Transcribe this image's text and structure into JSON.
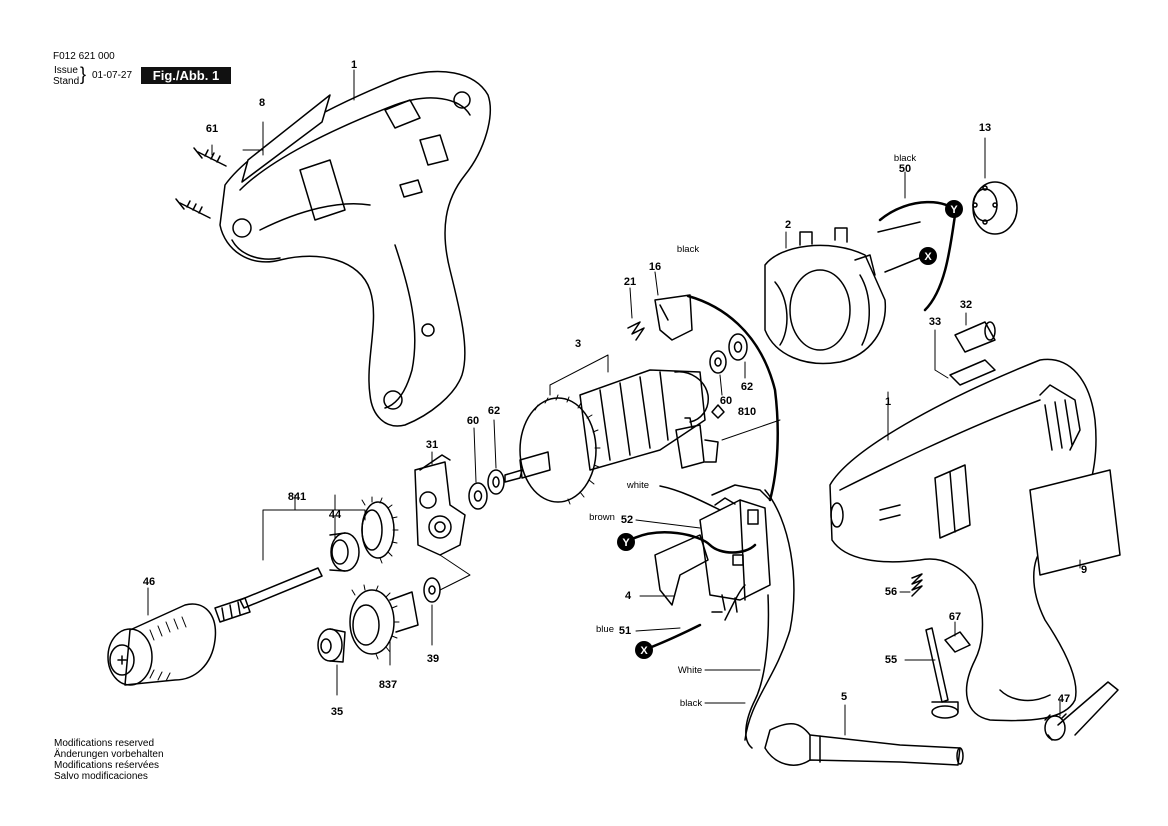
{
  "header": {
    "doc_number": "F012 621 000",
    "issue_label": "Issue",
    "stand_label": "Stand",
    "date": "01-07-27",
    "figure_label": "Fig./Abb. 1"
  },
  "footer": {
    "notes": [
      "Modifications reserved",
      "Änderungen vorbehalten",
      "Modifications reśervées",
      "Salvo modificaciones"
    ]
  },
  "part_labels": {
    "p1_top": "1",
    "p8": "8",
    "p61": "61",
    "p2": "2",
    "p13": "13",
    "p50": "50",
    "p32": "32",
    "p33": "33",
    "p21": "21",
    "p16": "16",
    "p3": "3",
    "p62_top": "62",
    "p60_top": "60",
    "p810": "810",
    "p62_mid": "62",
    "p60_mid": "60",
    "p31": "31",
    "p841": "841",
    "p44": "44",
    "p46": "46",
    "p837": "837",
    "p35": "35",
    "p39": "39",
    "p52": "52",
    "p4": "4",
    "p51": "51",
    "p5": "5",
    "p1_right": "1",
    "p9": "9",
    "p56": "56",
    "p67": "67",
    "p55": "55",
    "p47": "47"
  },
  "wire_labels": {
    "black_top": "black",
    "black_stator": "black",
    "white_switch": "white",
    "brown": "brown",
    "blue": "blue",
    "white_bottom": "White",
    "black_bottom": "black"
  },
  "connector_markers": {
    "y_stator": "Y",
    "x_stator": "X",
    "y_switch": "Y",
    "x_switch": "X"
  }
}
